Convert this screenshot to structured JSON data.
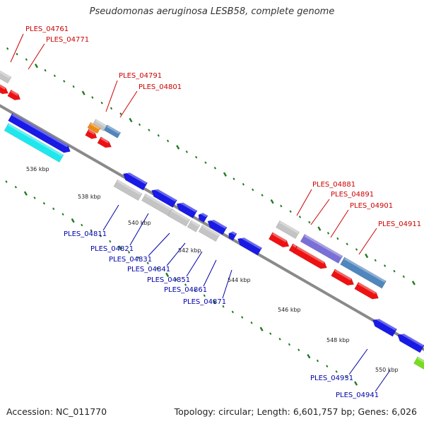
{
  "title": "Pseudomonas aeruginosa LESB58, complete genome",
  "footer": {
    "accession": "Accession: NC_011770",
    "stats": "Topology: circular; Length: 6,601,757 bp; Genes: 6,026"
  },
  "colors": {
    "backbone": "#8a8a8a",
    "tick": "#1f7a1f",
    "forward_label": "#cc0000",
    "reverse_label": "#0000aa",
    "gray_feature": "#c4c4c4",
    "red_feature": "#ee1111",
    "blue_feature": "#1a1ae6",
    "cyan_feature": "#1ee8ee",
    "steel_feature": "#4f86bd",
    "purple_feature": "#7a6fd6",
    "orange_feature": "#ee8a10",
    "green_feature": "#77dd22"
  },
  "scale_labels": [
    "536 kbp",
    "538 kbp",
    "540 kbp",
    "542 kbp",
    "544 kbp",
    "546 kbp",
    "548 kbp",
    "550 kbp"
  ],
  "gene_labels_forward": [
    "PLES_04761",
    "PLES_04771",
    "PLES_04791",
    "PLES_04801",
    "PLES_04881",
    "PLES_04891",
    "PLES_04901",
    "PLES_04911"
  ],
  "gene_labels_reverse": [
    "PLES_04811",
    "PLES_04821",
    "PLES_04831",
    "PLES_04841",
    "PLES_04851",
    "PLES_04861",
    "PLES_04871",
    "PLES_04931",
    "PLES_04941"
  ]
}
